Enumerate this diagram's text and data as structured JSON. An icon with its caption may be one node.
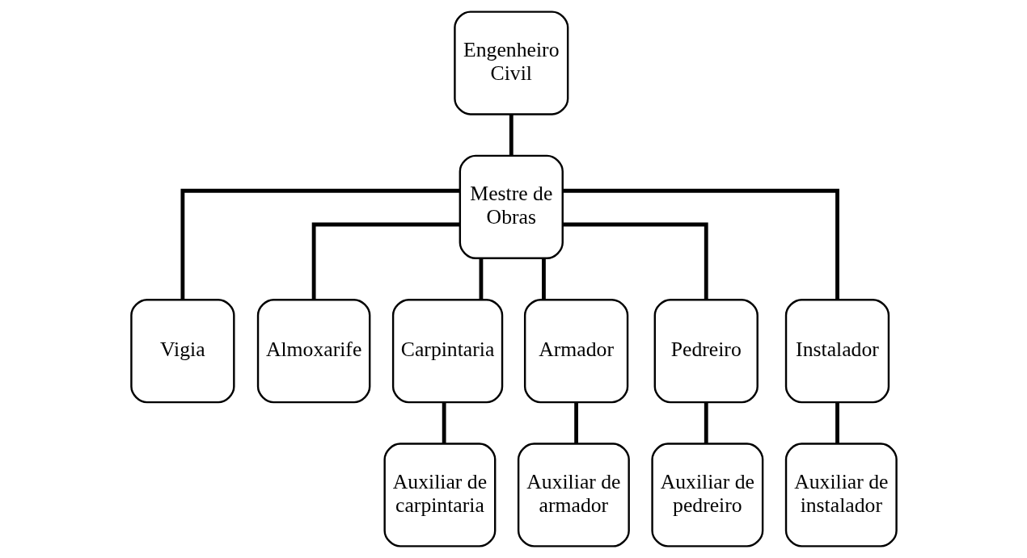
{
  "diagram": {
    "nodes": [
      {
        "text": [
          "Engenheiro Civil"
        ]
      },
      {
        "text": [
          "Mestre de Obras"
        ]
      },
      {
        "text": [
          "Vigia"
        ]
      },
      {
        "text": [
          "Almoxarife"
        ]
      },
      {
        "text": [
          "Carpintaria"
        ]
      },
      {
        "text": [
          "Armador"
        ]
      },
      {
        "text": [
          "Pedreiro"
        ]
      },
      {
        "text": [
          "Instalador"
        ]
      },
      {
        "text": [
          "Auxiliar de carpintaria"
        ]
      },
      {
        "text": [
          "Auxiliar de armador"
        ]
      },
      {
        "text": [
          "Auxiliar de pedreiro"
        ]
      },
      {
        "text": [
          "Auxiliar de instalador"
        ]
      }
    ],
    "edges": [
      {
        "from": 0,
        "to": 1,
        "arrow": "none"
      },
      {
        "from": 1,
        "to": 2,
        "arrow": "none"
      },
      {
        "from": 1,
        "to": 3,
        "arrow": "none"
      },
      {
        "from": 1,
        "to": 4,
        "arrow": "none"
      },
      {
        "from": 1,
        "to": 5,
        "arrow": "none"
      },
      {
        "from": 1,
        "to": 6,
        "arrow": "none"
      },
      {
        "from": 1,
        "to": 7,
        "arrow": "none"
      },
      {
        "from": 4,
        "to": 8,
        "arrow": "none"
      },
      {
        "from": 5,
        "to": 9,
        "arrow": "none"
      },
      {
        "from": 6,
        "to": 10,
        "arrow": "none"
      },
      {
        "from": 7,
        "to": 11,
        "arrow": "none"
      }
    ]
  }
}
